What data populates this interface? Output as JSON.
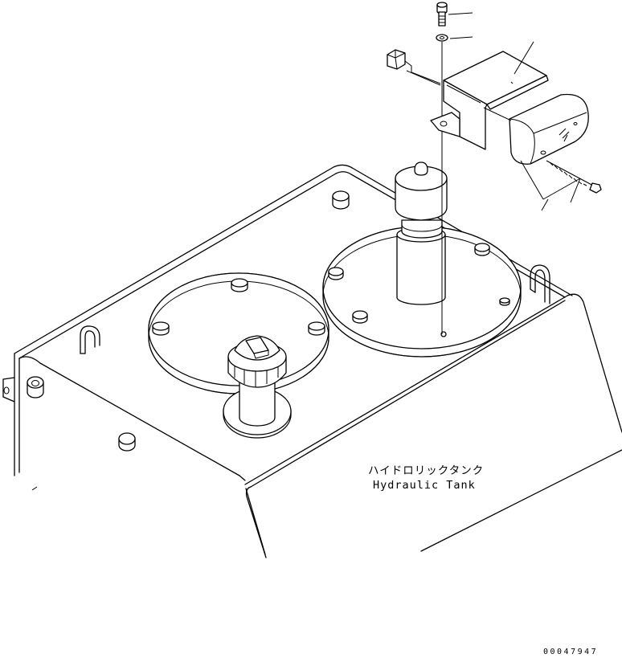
{
  "drawing": {
    "label_jp": "ハイドロリックタンク",
    "label_en": "Hydraulic Tank",
    "drawing_number": "00047947"
  },
  "colors": {
    "line": "#000000",
    "background": "#ffffff"
  }
}
